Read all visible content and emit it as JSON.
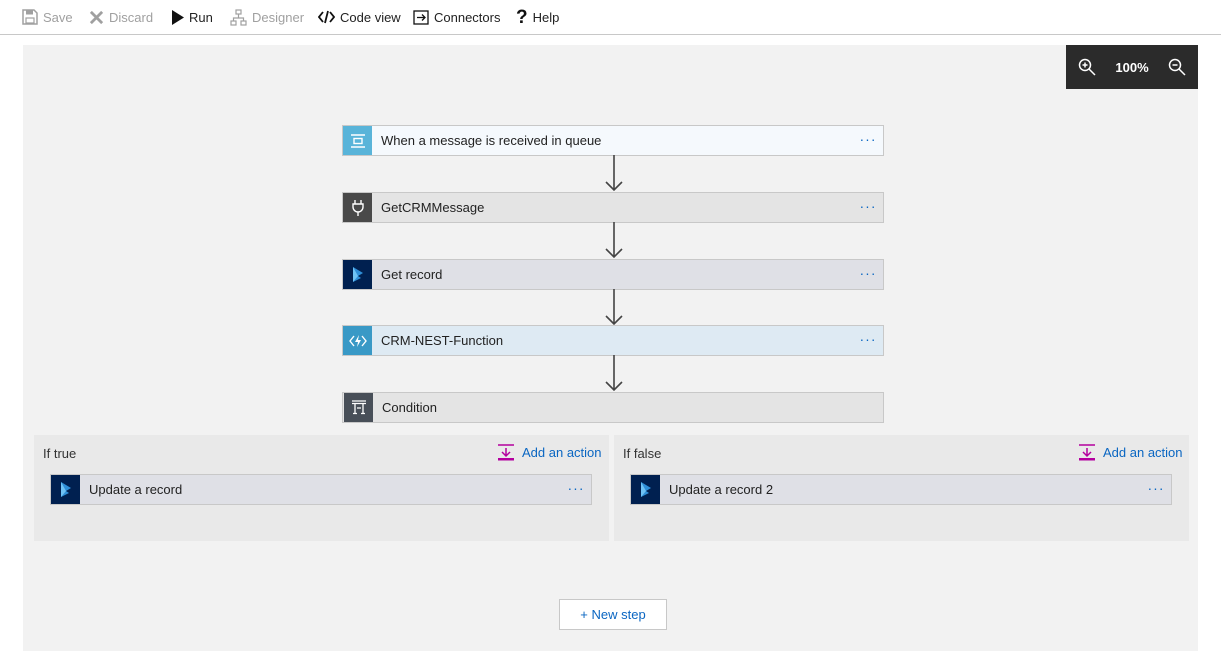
{
  "toolbar": {
    "save": "Save",
    "discard": "Discard",
    "run": "Run",
    "designer": "Designer",
    "code_view": "Code view",
    "connectors": "Connectors",
    "help": "Help"
  },
  "zoom": {
    "level": "100%"
  },
  "steps": [
    {
      "label": "When a message is received in queue",
      "icon": "service-bus-queue-icon",
      "color": "#59b4d9",
      "bg": "#f5f9fd"
    },
    {
      "label": "GetCRMMessage",
      "icon": "http-plug-icon",
      "color": "#494949",
      "bg": "#e4e4e4"
    },
    {
      "label": "Get record",
      "icon": "dynamics-icon",
      "color": "#002050",
      "bg": "#dfe0e6"
    },
    {
      "label": "CRM-NEST-Function",
      "icon": "azure-function-icon",
      "color": "#3999c6",
      "bg": "#deeaf3"
    },
    {
      "label": "Condition",
      "icon": "condition-icon",
      "color": "#484f58",
      "bg": "#e4e4e4"
    }
  ],
  "more_label": "···",
  "branches": {
    "true": {
      "title": "If true",
      "add_action": "Add an action",
      "action": "Update a record"
    },
    "false": {
      "title": "If false",
      "add_action": "Add an action",
      "action": "Update a record 2"
    }
  },
  "new_step": "+ New step",
  "colors": {
    "link": "#0a66c2",
    "canvas": "#f2f2f2",
    "add_action_icon": "#b4009e"
  }
}
